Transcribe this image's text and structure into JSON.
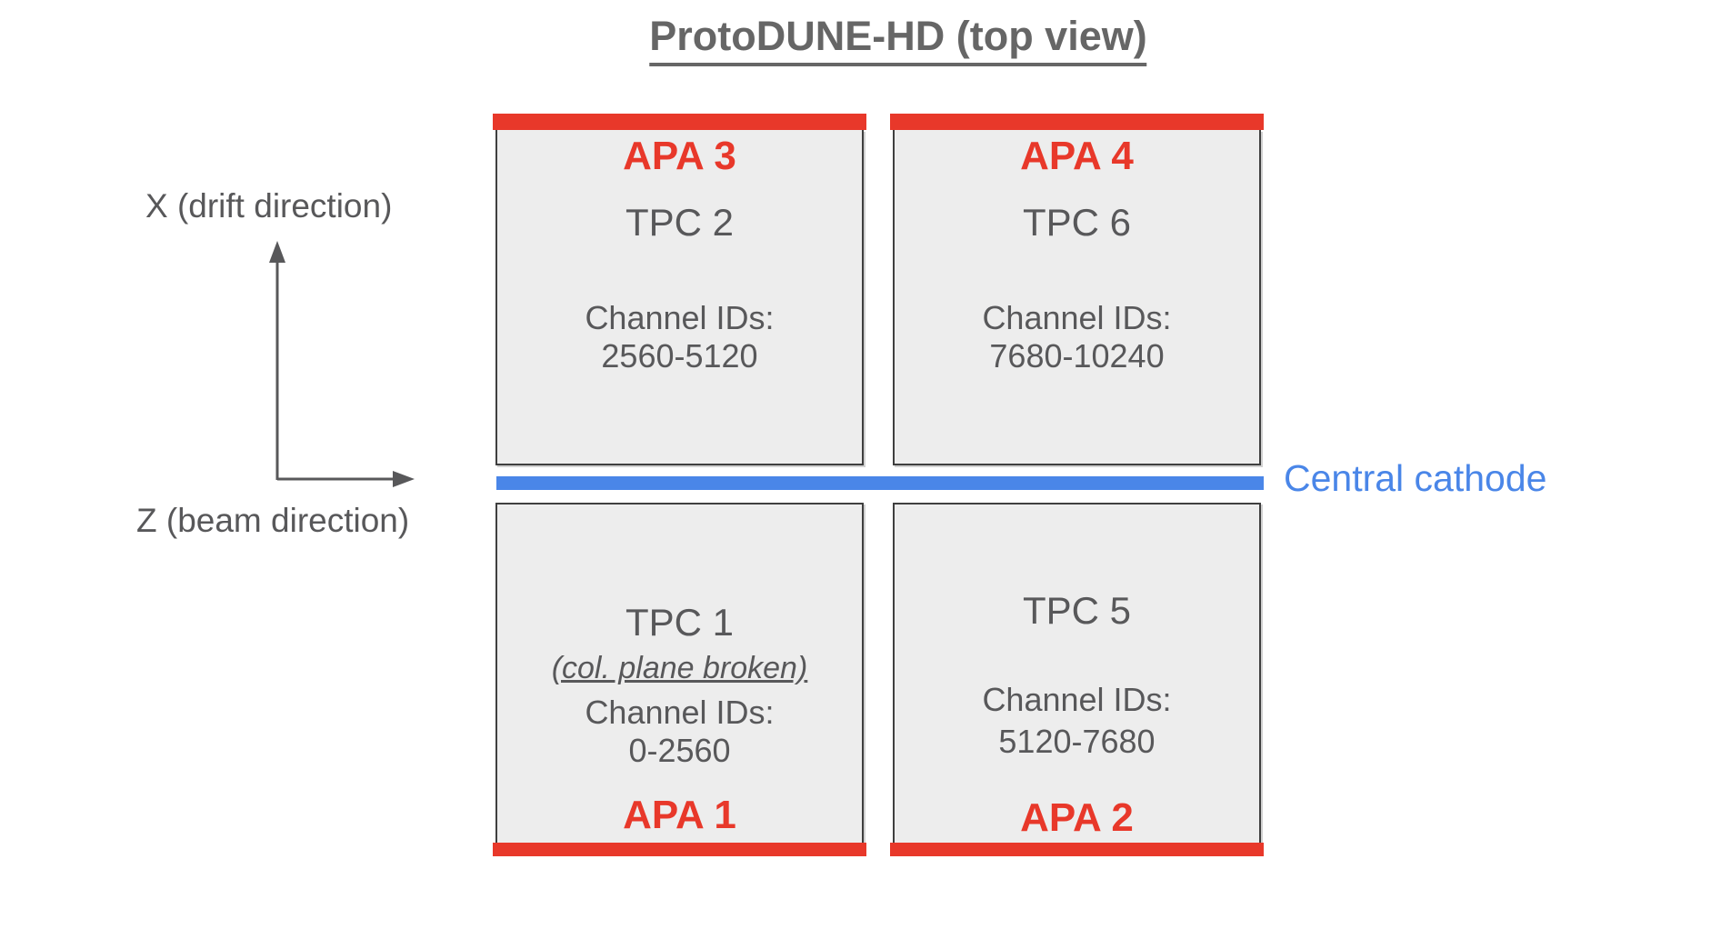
{
  "title": "ProtoDUNE-HD (top view)",
  "axes": {
    "x_label": "X (drift direction)",
    "z_label": "Z (beam direction)"
  },
  "cathode": {
    "label": "Central cathode",
    "color": "#4a86e8"
  },
  "colors": {
    "apa_red": "#e8382a",
    "text_gray": "#58585a",
    "box_fill": "#ededed",
    "box_border": "#3f3f3f"
  },
  "quadrants": {
    "apa3": {
      "apa_label": "APA 3",
      "tpc_label": "TPC 2",
      "channel_label": "Channel IDs:",
      "channel_range": "2560-5120",
      "apa_side": "top"
    },
    "apa4": {
      "apa_label": "APA 4",
      "tpc_label": "TPC 6",
      "channel_label": "Channel IDs:",
      "channel_range": "7680-10240",
      "apa_side": "top"
    },
    "apa1": {
      "apa_label": "APA 1",
      "tpc_label": "TPC 1",
      "note": "(col. plane broken)",
      "channel_label": "Channel IDs:",
      "channel_range": "0-2560",
      "apa_side": "bottom"
    },
    "apa2": {
      "apa_label": "APA 2",
      "tpc_label": "TPC 5",
      "channel_label": "Channel IDs:",
      "channel_range": "5120-7680",
      "apa_side": "bottom"
    }
  }
}
